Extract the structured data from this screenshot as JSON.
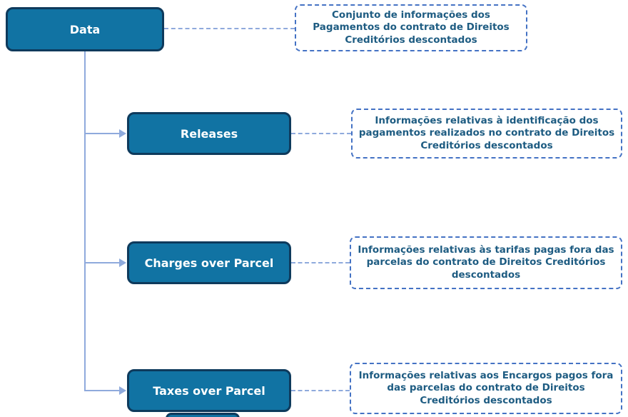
{
  "diagram": {
    "root": {
      "label": "Data",
      "description": "Conjunto de informações dos Pagamentos do contrato de Direitos Creditórios descontados"
    },
    "children": [
      {
        "label": "Releases",
        "description": "Informações relativas à identificação dos pagamentos realizados no contrato de Direitos Creditórios descontados"
      },
      {
        "label": "Charges over Parcel",
        "description": "Informações relativas às tarifas pagas fora das parcelas do contrato de Direitos Creditórios descontados"
      },
      {
        "label": "Taxes over Parcel",
        "description": "Informações relativas aos Encargos pagos fora das parcelas do contrato de Direitos Creditórios descontados"
      }
    ],
    "colors": {
      "node_fill": "#1173A3",
      "node_border": "#0E3A5C",
      "node_text": "#FFFFFF",
      "annotation_border": "#4472C4",
      "annotation_text": "#1E5C82",
      "annotation_bg": "#FFFFFF",
      "connector": "#8FAADC"
    }
  }
}
